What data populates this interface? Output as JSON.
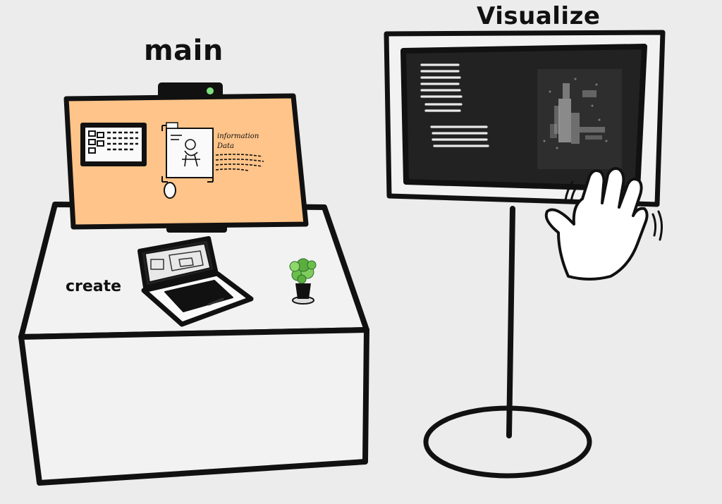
{
  "labels": {
    "main": "main",
    "visualize": "Visualize",
    "create": "create"
  },
  "screen_text": {
    "handwritten_line1": "information",
    "handwritten_line2": "Data"
  },
  "colors": {
    "background": "#ececec",
    "main_screen": "#ffc489",
    "visualize_screen": "#222222",
    "ink": "#111111",
    "camera_light": "#7ee07e",
    "plant": "#6abf4b"
  },
  "icons": [
    "waving-hand-icon",
    "webcam-icon",
    "plant-icon",
    "laptop-icon"
  ]
}
